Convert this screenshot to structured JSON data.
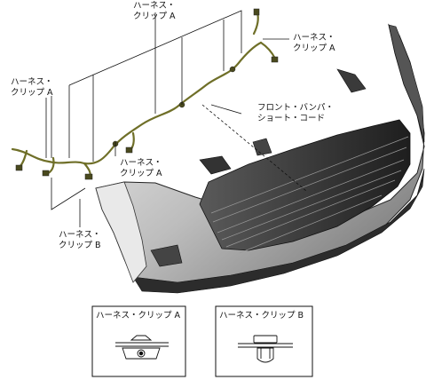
{
  "labels": {
    "clip_a_top": [
      "ハーネス・",
      "クリップ A"
    ],
    "clip_a_right": [
      "ハーネス・",
      "クリップ A"
    ],
    "clip_a_left": [
      "ハーネス・",
      "クリップ A"
    ],
    "clip_a_mid": [
      "ハーネス・",
      "クリップ A"
    ],
    "clip_b": [
      "ハーネス・",
      "クリップ B"
    ],
    "short_cord": [
      "フロント・バンパ・",
      "ショート・コード"
    ]
  },
  "detail_boxes": {
    "clip_a_title": "ハーネス・クリップ A",
    "clip_b_title": "ハーネス・クリップ B"
  },
  "colors": {
    "harness": "#7a7a2a",
    "bumper_dark": "#3a3a3a",
    "bumper_light": "#d8d8d8"
  }
}
